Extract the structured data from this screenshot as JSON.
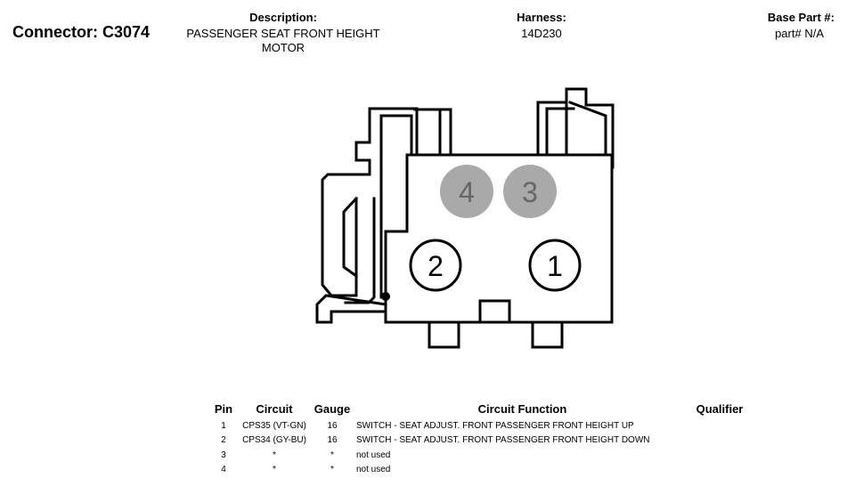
{
  "header": {
    "connector_label": "Connector: C3074",
    "description_label": "Description:",
    "description_value_line1": "PASSENGER SEAT FRONT HEIGHT",
    "description_value_line2": "MOTOR",
    "harness_label": "Harness:",
    "harness_value": "14D230",
    "base_part_label": "Base Part #:",
    "base_part_value": "part# N/A"
  },
  "connector_face": {
    "pins": [
      {
        "number": "1",
        "style": "outline"
      },
      {
        "number": "2",
        "style": "outline"
      },
      {
        "number": "3",
        "style": "filled-gray"
      },
      {
        "number": "4",
        "style": "filled-gray"
      }
    ],
    "colors": {
      "line": "#000000",
      "unused_pin_fill": "#a9a9a9",
      "unused_pin_text": "#666666"
    }
  },
  "pin_table": {
    "headers": {
      "pin": "Pin",
      "circuit": "Circuit",
      "gauge": "Gauge",
      "function": "Circuit Function",
      "qualifier": "Qualifier"
    },
    "rows": [
      {
        "pin": "1",
        "circuit": "CPS35 (VT-GN)",
        "gauge": "16",
        "function": "SWITCH - SEAT ADJUST. FRONT PASSENGER FRONT HEIGHT UP",
        "qualifier": ""
      },
      {
        "pin": "2",
        "circuit": "CPS34 (GY-BU)",
        "gauge": "16",
        "function": "SWITCH - SEAT ADJUST. FRONT PASSENGER FRONT HEIGHT DOWN",
        "qualifier": ""
      },
      {
        "pin": "3",
        "circuit": "*",
        "gauge": "*",
        "function": "not used",
        "qualifier": ""
      },
      {
        "pin": "4",
        "circuit": "*",
        "gauge": "*",
        "function": "not used",
        "qualifier": ""
      }
    ]
  }
}
